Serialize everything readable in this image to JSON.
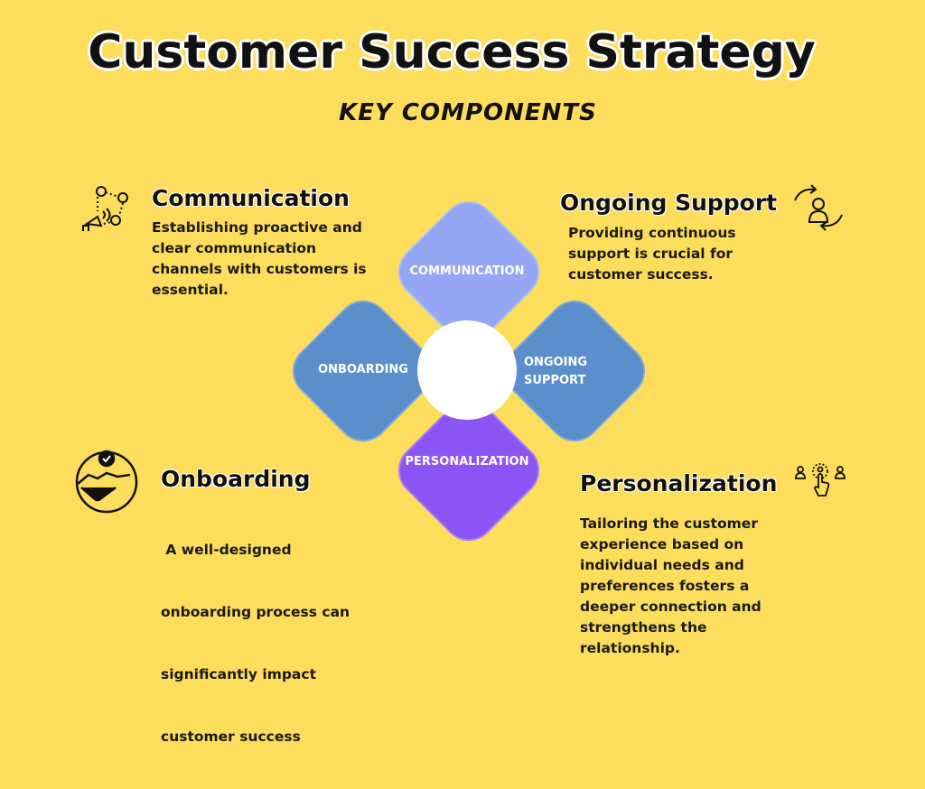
{
  "title": "Customer Success Strategy",
  "subtitle": "KEY COMPONENTS",
  "colors": {
    "background": "#FDDD5C",
    "communication": "#93A7F5",
    "onboarding": "#5A8FCC",
    "ongoing_support": "#5A8FCC",
    "personalization": "#8B55F5"
  },
  "diagram": {
    "communication": "COMMUNICATION",
    "onboarding": "ONBOARDING",
    "ongoing_support": [
      "ONGOING",
      "SUPPORT"
    ],
    "personalization": "PERSONALIZATION"
  },
  "sections": {
    "communication": {
      "icon": "people-network-megaphone-icon",
      "heading": "Communication",
      "lines": [
        "Establishing proactive and",
        "clear communication",
        "channels with customers is",
        "essential."
      ]
    },
    "ongoing_support": {
      "icon": "user-refresh-icon",
      "heading": "Ongoing Support",
      "lines": [
        "Providing continuous",
        "support is crucial for",
        "customer success."
      ]
    },
    "onboarding": {
      "icon": "handshake-check-icon",
      "heading": "Onboarding",
      "lines": [
        " A well-designed",
        "onboarding process can",
        "significantly impact",
        "customer success"
      ]
    },
    "personalization": {
      "icon": "user-select-pointer-icon",
      "heading": "Personalization",
      "lines": [
        "Tailoring the customer",
        "experience based on",
        "individual needs and",
        "preferences fosters a",
        "deeper connection and",
        "strengthens the",
        "relationship."
      ]
    }
  }
}
